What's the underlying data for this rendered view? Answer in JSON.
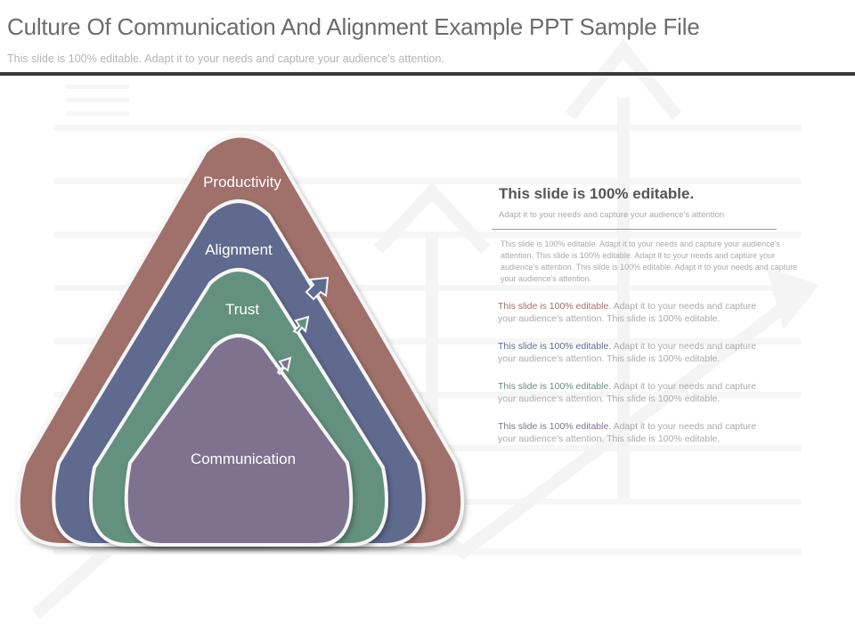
{
  "slide": {
    "title": "Culture Of Communication And Alignment Example PPT Sample File",
    "subtitle": "This slide is 100% editable.  Adapt it to your needs and capture your audience's attention."
  },
  "diagram": {
    "layers": [
      {
        "label": "Productivity",
        "color": "#a0706a"
      },
      {
        "label": "Alignment",
        "color": "#5e6a8e"
      },
      {
        "label": "Trust",
        "color": "#64907f"
      },
      {
        "label": "Communication",
        "color": "#7e728f"
      }
    ],
    "arrow_icon": "arrow-up-right-icon"
  },
  "panel": {
    "heading": "This slide is 100% editable.",
    "heading_sub": "Adapt it to your needs and capture your audience's attention",
    "paragraph": "This slide is 100% editable.  Adapt it to your needs and capture your audience's attention. This slide is 100% editable. Adapt it to your needs and capture your audience's attention. This slide is 100% editable. Adapt it to your needs and capture your audience's attention.",
    "items": [
      {
        "lead": "This slide is 100% editable.",
        "text": " Adapt it to your needs and capture your audience's attention. This slide is 100% editable.",
        "color": "#a0706a"
      },
      {
        "lead": "This slide is 100% editable.",
        "text": " Adapt it to your needs and capture your audience's attention. This slide is 100% editable.",
        "color": "#5e6a8e"
      },
      {
        "lead": "This slide is 100% editable.",
        "text": " Adapt it to your needs and capture your audience's attention. This slide is 100% editable.",
        "color": "#64907f"
      },
      {
        "lead": "This slide is 100% editable.",
        "text": " Adapt it to your needs and capture your audience's attention. This slide is 100% editable.",
        "color": "#7e728f"
      }
    ]
  }
}
